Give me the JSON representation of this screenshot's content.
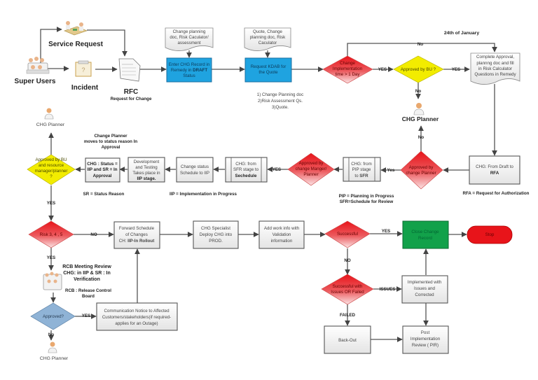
{
  "actors": {
    "super_users": "Super Users",
    "service_request": "Service Request",
    "incident": "Incident",
    "rfc": "RFC",
    "rfc_sub": "Request for Change",
    "chg_planner_top": "CHG Planner",
    "chg_planner_left": "CHG Planner",
    "chg_planner_bottom": "CHG Planner"
  },
  "docs": {
    "doc1": [
      "Change planning",
      "doc, Risk Caculator/",
      "assessment"
    ],
    "doc2": [
      "Quote, Change",
      "planning doc, Risk",
      "Caculator"
    ],
    "doc3": [
      "Complete Approval,",
      "plannng doc and fill",
      "in Risk Calculator",
      "Questions in Remedy"
    ]
  },
  "boxes": {
    "enter_chg": [
      "Enter CHG Record in",
      "Remedy in ",
      "DRAFT",
      "Status"
    ],
    "request_kdab": [
      "Request KDAB for",
      "the Quote"
    ],
    "draft_to_rfa": [
      "CHG: From Draft to",
      "RFA"
    ],
    "pip_to_sfr": [
      "CHG: from",
      "PIP stage",
      "to ",
      "SFR"
    ],
    "sfr_to_schedule": [
      "CHG: from",
      "SFR stage to",
      "Sechedule"
    ],
    "schedule_to_iip": [
      "Change status",
      "Schedule to IIP"
    ],
    "dev_testing": [
      "Development",
      "and Testing",
      "Takes place in",
      "IIP stage."
    ],
    "status_iip": [
      "CHG : Status =",
      "IIP and SR = In",
      "Approval"
    ],
    "forward_schedule": [
      "Forward Schedule",
      "of Changes",
      "CH: ",
      "IIP-In Rollout"
    ],
    "deploy": [
      "CHG Specialist",
      "Deploy CHG into",
      "PROD."
    ],
    "work_info": [
      "Add work info with",
      "Validation",
      "information"
    ],
    "close_change": [
      "Close  Change",
      "Record"
    ],
    "stop": "Stop",
    "implemented_issues": [
      "Implemented with",
      "Issues and",
      "Corrected"
    ],
    "backout": "Back-Out",
    "pir": [
      "Post",
      "Implementation",
      "Review ( PIR)"
    ],
    "communication": [
      "Communication Notice to Affected",
      "Customers/stakeholders(if required-",
      "applies for an Outage)"
    ]
  },
  "decisions": {
    "impl_time": [
      "Change",
      "Implementation",
      "time > 1 Day"
    ],
    "approved_bu": [
      "Approved by BU ?"
    ],
    "approved_planner": [
      "Approved by",
      "change Planner"
    ],
    "approved_manager": [
      "Approved by",
      "change Manger/",
      "Planner"
    ],
    "approved_bu_resource": [
      "Approved by BU",
      "and resource",
      "manager/planner",
      "?"
    ],
    "risk": [
      "Risk 3, 4 , 5"
    ],
    "successful": [
      "Successful"
    ],
    "issues_failed": [
      "Successful with",
      "Issues OR Failed"
    ],
    "approved_rcb": [
      "Approved?"
    ]
  },
  "notes": {
    "date": "24th of January",
    "checklist": [
      "1) Change Planning doc",
      "2)Risk Assessment Qs.",
      "3)Quote."
    ],
    "rfa_def": "RFA = Request for Authorization",
    "pip_def": [
      "PIP = Planning in Progress",
      "SFR=Schedule for Review"
    ],
    "iip_def": "IIP = Implementation in Progress",
    "sr_def": "SR = Status Reason",
    "planner_moves": [
      "Change Planner",
      "moves to status reason In",
      "Approval"
    ],
    "rcb_meeting": [
      "RCB Meeting Review",
      "CHG: in  IIP & SR : In",
      "Verification"
    ],
    "rcb_def": [
      "RCB : Release Control",
      "Board"
    ]
  },
  "edge_labels": {
    "no_top": "No",
    "yes1": "YES",
    "yes2": "YES",
    "no_bu": "No",
    "no_planner": "No",
    "yes_planner": "Yes",
    "yes_manager": "YES",
    "yes_bu_resource": "YES",
    "no_risk": "NO",
    "yes_risk": "YES",
    "yes_success": "YES",
    "no_success": "NO",
    "issues": "ISSUES",
    "failed": "FAILED",
    "yes_rcb": "YES",
    "no_rcb": "No"
  },
  "colors": {
    "blue_box": "#1fa3e0",
    "green_box": "#12a14a",
    "stop": "#e8141a",
    "red_diamond": "#e8141a",
    "yellow_diamond": "#f2ec00",
    "blue_diamond": "#8fb3d6"
  }
}
